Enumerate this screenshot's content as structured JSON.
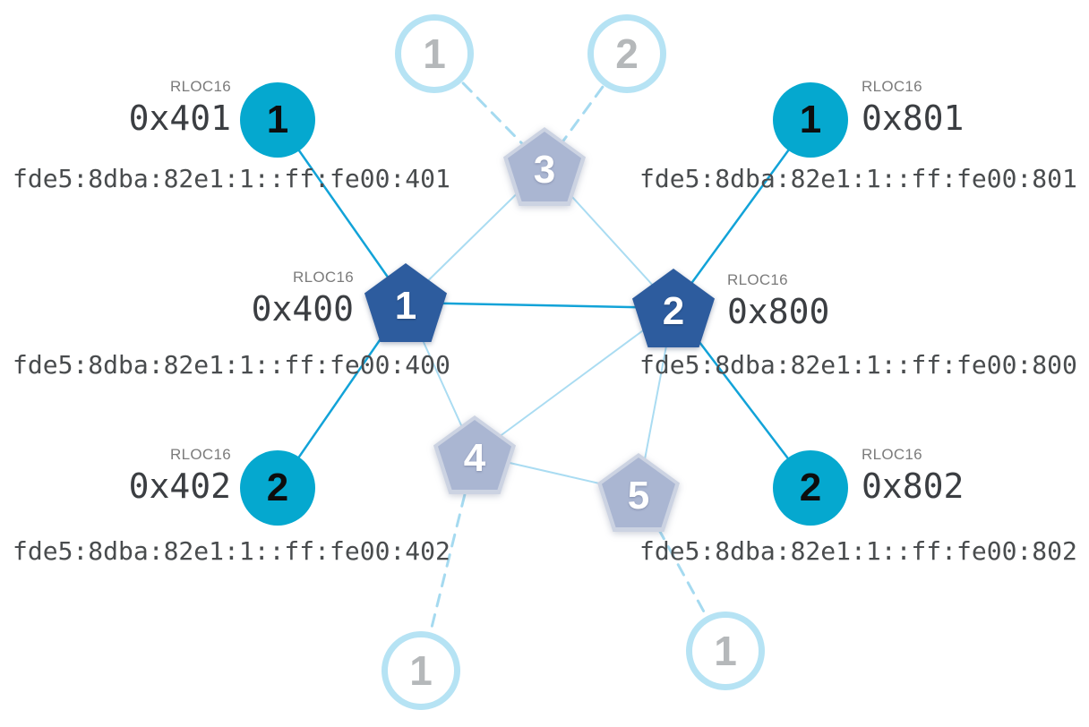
{
  "colors": {
    "router_active": "#2d5c9e",
    "router_faded_fill": "#aab6d2",
    "router_faded_ring": "#ccd3e2",
    "child_fill": "#05a8cf",
    "ghost_ring": "#b6e3f4",
    "ghost_number": "#b5b8ba",
    "link_strong": "#12a3d8",
    "link_faded": "#aadcf2",
    "link_dashed": "#a5daf0",
    "label_tag": "#7b7b7b",
    "label_hex": "#3b3e42",
    "label_ipv6": "#494c4e"
  },
  "nodes": {
    "router1": {
      "number": "1",
      "rloc_tag": "RLOC16",
      "rloc16": "0x400",
      "ipv6": "fde5:8dba:82e1:1::ff:fe00:400"
    },
    "router2": {
      "number": "2",
      "rloc_tag": "RLOC16",
      "rloc16": "0x800",
      "ipv6": "fde5:8dba:82e1:1::ff:fe00:800"
    },
    "router3": {
      "number": "3"
    },
    "router4": {
      "number": "4"
    },
    "router5": {
      "number": "5"
    },
    "child401": {
      "number": "1",
      "rloc_tag": "RLOC16",
      "rloc16": "0x401",
      "ipv6": "fde5:8dba:82e1:1::ff:fe00:401"
    },
    "child402": {
      "number": "2",
      "rloc_tag": "RLOC16",
      "rloc16": "0x402",
      "ipv6": "fde5:8dba:82e1:1::ff:fe00:402"
    },
    "child801": {
      "number": "1",
      "rloc_tag": "RLOC16",
      "rloc16": "0x801",
      "ipv6": "fde5:8dba:82e1:1::ff:fe00:801"
    },
    "child802": {
      "number": "2",
      "rloc_tag": "RLOC16",
      "rloc16": "0x802",
      "ipv6": "fde5:8dba:82e1:1::ff:fe00:802"
    },
    "ghost_top1": {
      "number": "1"
    },
    "ghost_top2": {
      "number": "2"
    },
    "ghost_bottom1": {
      "number": "1"
    },
    "ghost_bottom2": {
      "number": "1"
    }
  }
}
